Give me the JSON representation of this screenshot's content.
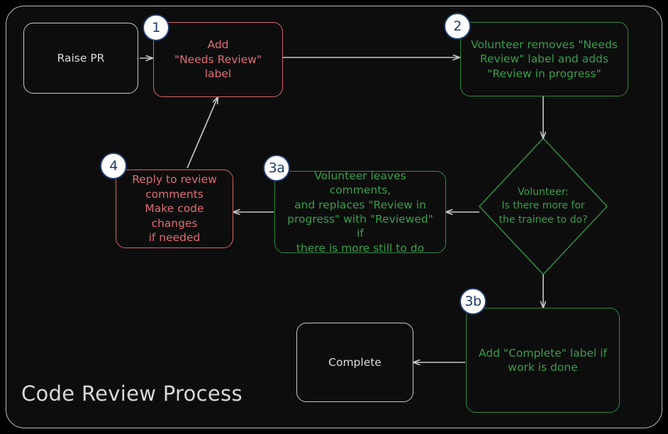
{
  "diagram": {
    "title": "Code Review Process",
    "type": "flowchart",
    "background_color": "#000000",
    "frame_border_color": "#b9b9b9",
    "colors": {
      "plain_border": "#c9c9c9",
      "plain_text": "#dcdcdc",
      "red_border": "#d9636f",
      "red_text": "#e06c75",
      "green_border": "#2f8a3f",
      "green_text": "#389e4a",
      "badge_fill": "#ffffff",
      "badge_border": "#1f3a68",
      "badge_text": "#1f3a68",
      "edge_color": "#c8c8c8"
    },
    "nodes": [
      {
        "id": "raise-pr",
        "label": "Raise PR",
        "style": "plain",
        "badge": null
      },
      {
        "id": "add-needs-review",
        "label": "Add\n\"Needs Review\"\nlabel",
        "style": "red",
        "badge": "1"
      },
      {
        "id": "volunteer-takes",
        "label": "Volunteer removes \"Needs\nReview\" label and adds\n\"Review in progress\"",
        "style": "green",
        "badge": "2"
      },
      {
        "id": "decision-more",
        "label": "Volunteer:\nIs there more for\nthe trainee to do?",
        "style": "diamond",
        "badge": null
      },
      {
        "id": "volunteer-comments",
        "label": "Volunteer leaves comments,\nand replaces \"Review in\nprogress\" with \"Reviewed\" if\nthere is more still to do",
        "style": "green",
        "badge": "3a"
      },
      {
        "id": "reply-to-review",
        "label": "Reply to review\ncomments\nMake code changes\nif needed",
        "style": "red",
        "badge": "4"
      },
      {
        "id": "add-complete",
        "label": "Add \"Complete\" label if\nwork is done",
        "style": "green",
        "badge": "3b"
      },
      {
        "id": "complete",
        "label": "Complete",
        "style": "plain",
        "badge": null
      }
    ],
    "edges": [
      {
        "from": "raise-pr",
        "to": "add-needs-review"
      },
      {
        "from": "add-needs-review",
        "to": "volunteer-takes"
      },
      {
        "from": "volunteer-takes",
        "to": "decision-more"
      },
      {
        "from": "decision-more",
        "to": "volunteer-comments"
      },
      {
        "from": "volunteer-comments",
        "to": "reply-to-review"
      },
      {
        "from": "reply-to-review",
        "to": "add-needs-review"
      },
      {
        "from": "decision-more",
        "to": "add-complete"
      },
      {
        "from": "add-complete",
        "to": "complete"
      }
    ]
  }
}
